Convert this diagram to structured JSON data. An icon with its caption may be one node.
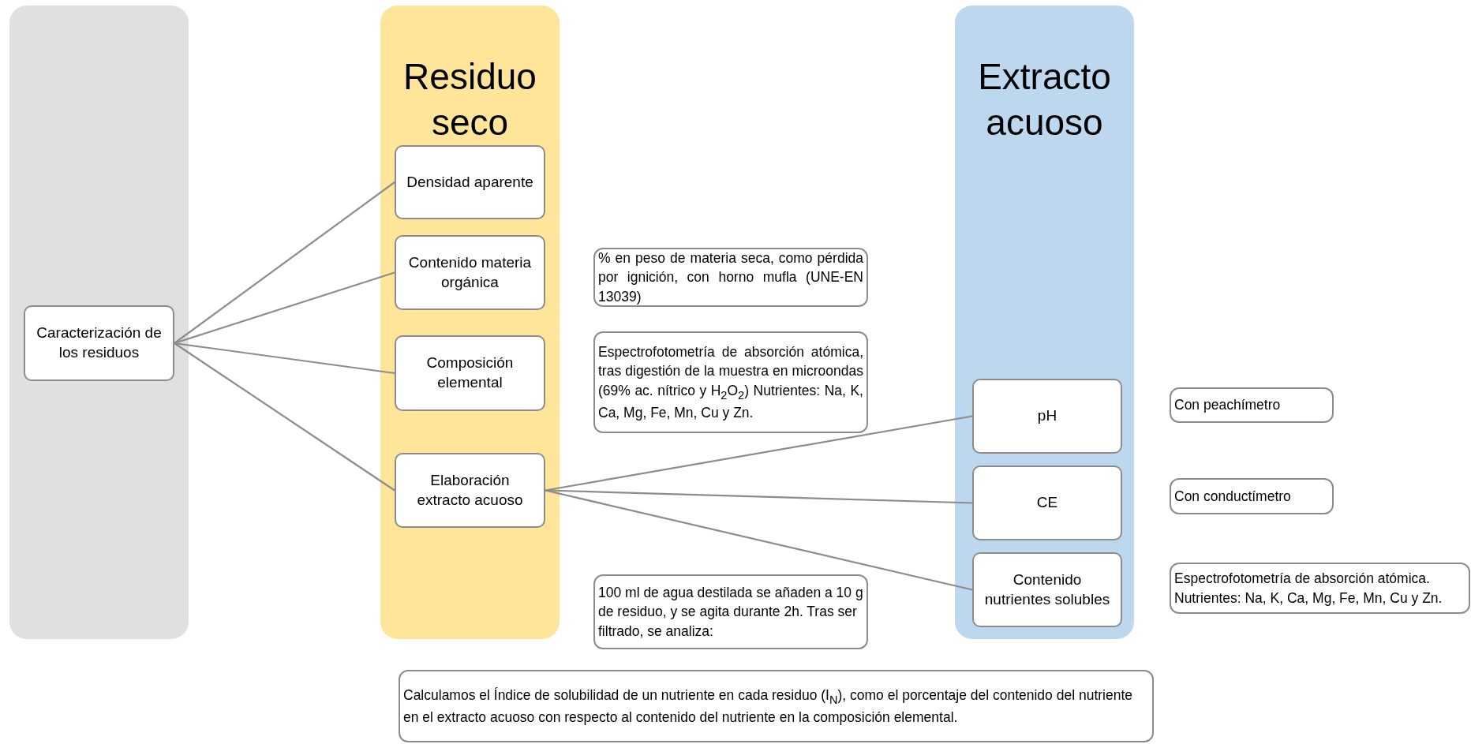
{
  "diagram": {
    "nodes": [
      {
        "text": [],
        "shape": "bar"
      },
      {
        "text": [
          "Caracterización de los residuos"
        ],
        "in": 0
      },
      {
        "text": [
          "Residuo seco"
        ]
      },
      {
        "text": [
          "Densidad aparente"
        ],
        "in": 2
      },
      {
        "text": [
          "Contenido materia orgánica"
        ],
        "in": 2
      },
      {
        "text": [
          "Composición elemental"
        ],
        "in": 2
      },
      {
        "text": [
          "Elaboración extracto acuoso"
        ],
        "in": 2
      },
      {
        "text": [
          "% en peso de materia seca, como pérdida por ignición, con horno mufla (UNE-EN 13039)"
        ]
      },
      {
        "text": [
          "Espectrofotometría de absorción atómica, tras digestión de la muestra en microondas (69% ac. nítrico y H$_{2}$O$_{2}$) Nutrientes: Na, K, Ca, Mg, Fe, Mn, Cu y Zn."
        ]
      },
      {
        "text": [
          "100 ml de agua destilada se añaden a 10 g de residuo, y se agita durante 2h. Tras ser filtrado, se analiza:"
        ]
      },
      {
        "text": [
          "Extracto acuoso"
        ]
      },
      {
        "text": [
          "pH"
        ],
        "in": 10
      },
      {
        "text": [
          "CE"
        ],
        "in": 10
      },
      {
        "text": [
          "Contenido nutrientes solubles"
        ],
        "in": 10
      },
      {
        "text": [
          "Con peachímetro"
        ]
      },
      {
        "text": [
          "Con conductímetro"
        ]
      },
      {
        "text": [
          "Espectrofotometría de absorción atómica. Nutrientes: Na, K, Ca, Mg, Fe, Mn, Cu y Zn."
        ]
      },
      {
        "text": [
          "Calculamos el Índice de solubilidad de un nutriente en cada residuo (I$_{N}$), como el porcentaje del contenido del nutriente en el extracto acuoso con respecto al contenido del nutriente en la composición elemental."
        ]
      }
    ],
    "edges": [
      {
        "from": 1,
        "to": 3,
        "arrow": "none"
      },
      {
        "from": 1,
        "to": 4,
        "arrow": "none"
      },
      {
        "from": 1,
        "to": 5,
        "arrow": "none"
      },
      {
        "from": 1,
        "to": 6,
        "arrow": "none"
      },
      {
        "from": 6,
        "to": 11,
        "arrow": "none"
      },
      {
        "from": 6,
        "to": 12,
        "arrow": "none"
      },
      {
        "from": 6,
        "to": 13,
        "arrow": "none"
      }
    ]
  }
}
